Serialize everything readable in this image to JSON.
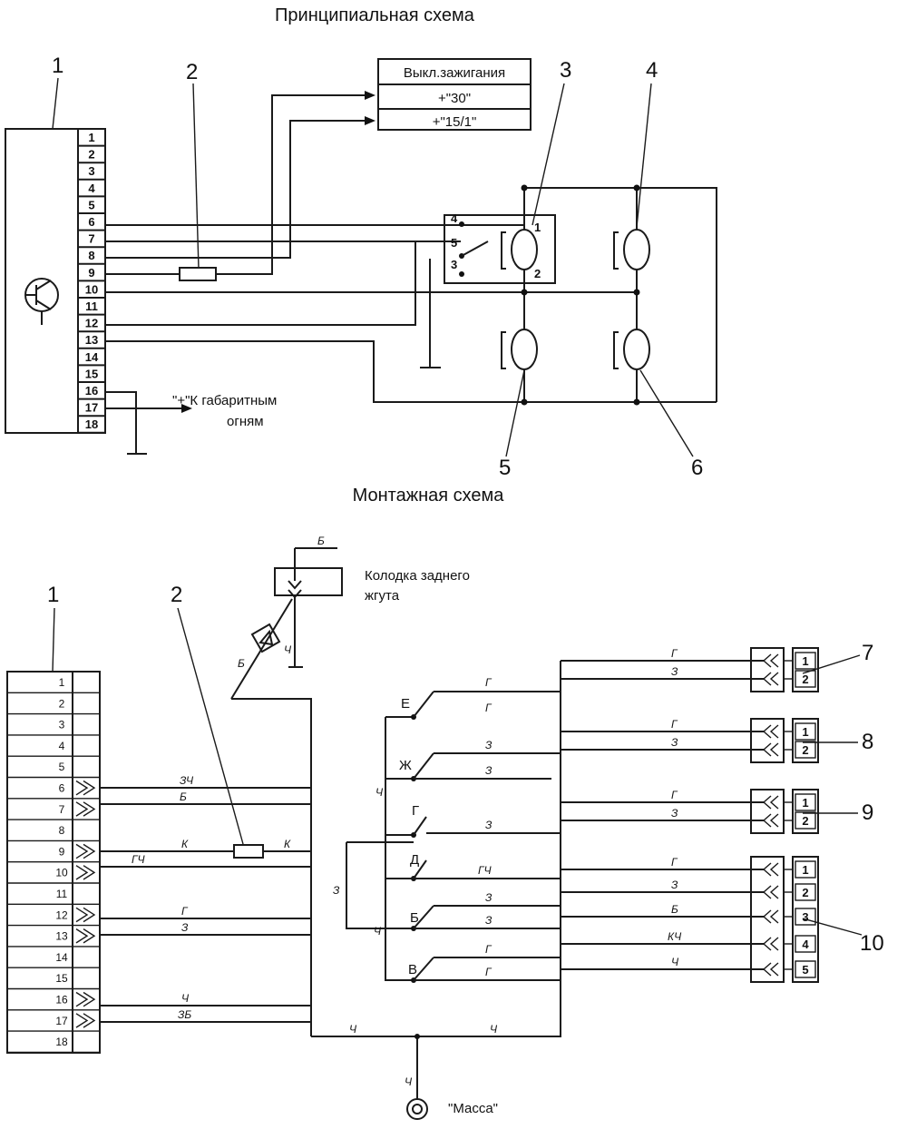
{
  "titles": {
    "principal": "Принципиальная схема",
    "mounting": "Монтажная схема"
  },
  "top": {
    "callouts": [
      "1",
      "2",
      "3",
      "4",
      "5",
      "6"
    ],
    "unit_pins": [
      "1",
      "2",
      "3",
      "4",
      "5",
      "6",
      "7",
      "8",
      "9",
      "10",
      "11",
      "12",
      "13",
      "14",
      "15",
      "16",
      "17",
      "18"
    ],
    "ignition_box": [
      "Выкл.зажигания",
      "+\"30\"",
      "+\"15/1\""
    ],
    "switch_pins": [
      "4",
      "5",
      "3"
    ],
    "motor_pins": [
      "1",
      "2"
    ],
    "parking_lights": [
      "\"+\"К габаритным",
      "огням"
    ]
  },
  "bottom": {
    "callouts": [
      "1",
      "2",
      "7",
      "8",
      "9",
      "10"
    ],
    "unit_pins": [
      "1",
      "2",
      "3",
      "4",
      "5",
      "6",
      "7",
      "8",
      "9",
      "10",
      "11",
      "12",
      "13",
      "14",
      "15",
      "16",
      "17",
      "18"
    ],
    "rear_harness_block": [
      "Колодка заднего",
      "жгута"
    ],
    "ground_label": "\"Масса\"",
    "switch_contacts": [
      "Е",
      "Ж",
      "Г",
      "Д",
      "Б",
      "В"
    ],
    "connector_pins_2": [
      "1",
      "2"
    ],
    "connector_pins_5": [
      "1",
      "2",
      "3",
      "4",
      "5"
    ],
    "wire_colors": {
      "w6": "ЗЧ",
      "w7": "Б",
      "w9a": "К",
      "w9b": "К",
      "w10": "ГЧ",
      "w12": "Г",
      "w13": "З",
      "w16": "Ч",
      "w17": "ЗБ",
      "top_b": "Б",
      "diag_b": "Б",
      "vert_ch": "Ч",
      "bus_l": "Ч",
      "bus_r": "Ч",
      "ground_v": "Ч",
      "sw_e1": "Г",
      "sw_e2": "Г",
      "sw_zh1": "З",
      "sw_zh2": "З",
      "sw_g": "З",
      "sw_d": "ГЧ",
      "sw_b1": "З",
      "sw_b2": "З",
      "sw_v1": "Г",
      "sw_v2": "Г",
      "c7a": "Г",
      "c7b": "З",
      "c8a": "Г",
      "c8b": "З",
      "c9a": "Г",
      "c9b": "З",
      "c10a": "Г",
      "c10b": "З",
      "c10c": "Б",
      "c10d": "КЧ",
      "c10e": "Ч",
      "rail_a": "Ч",
      "rail_b": "Ч"
    }
  }
}
